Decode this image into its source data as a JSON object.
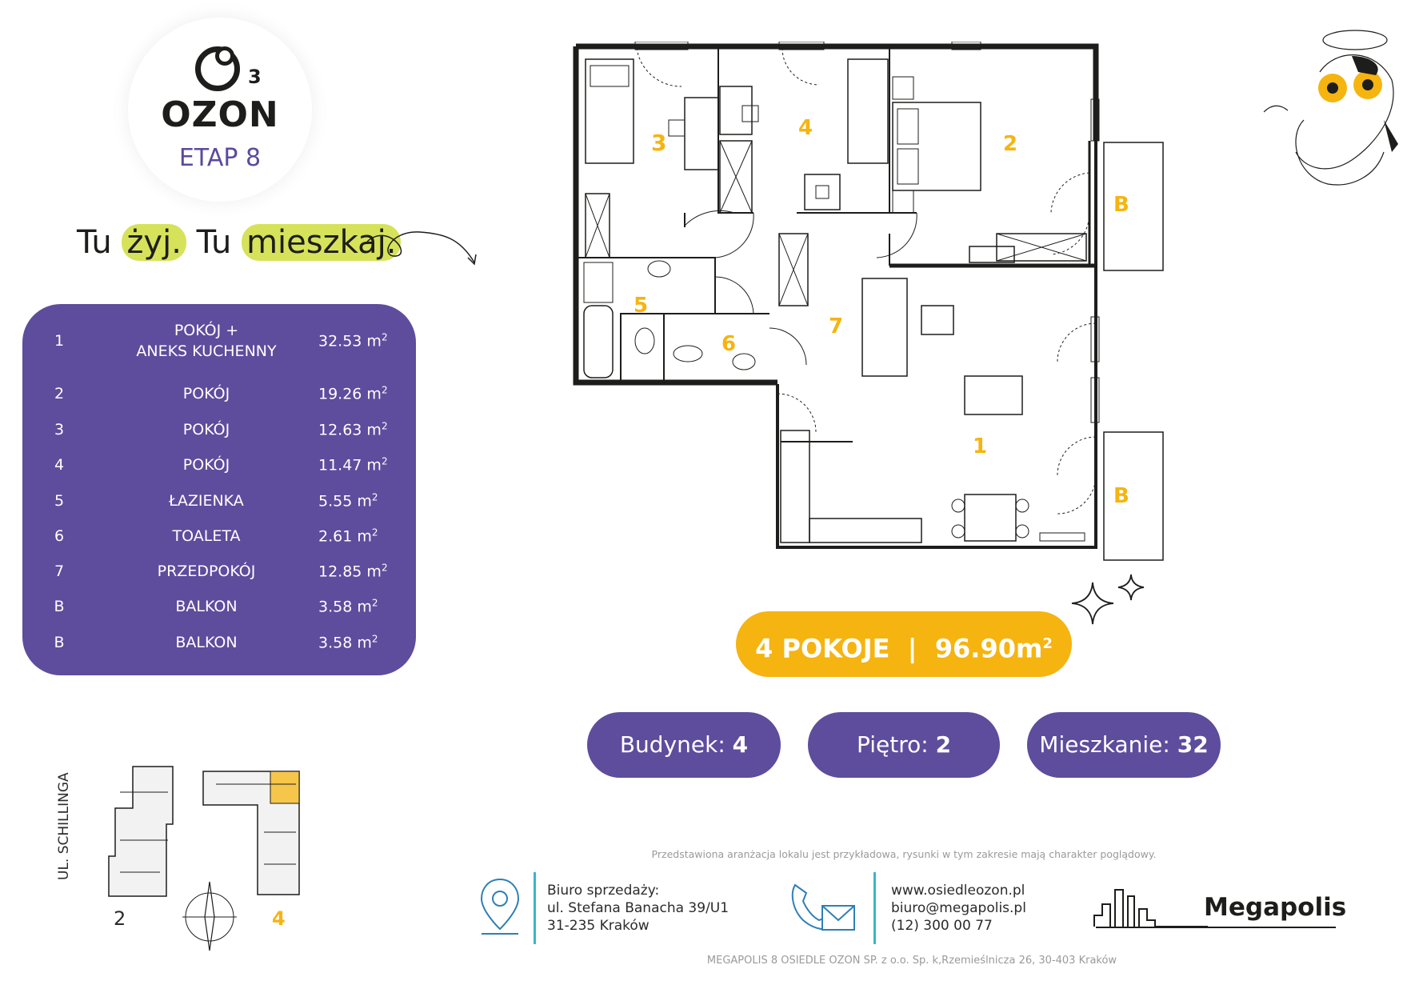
{
  "brand": {
    "logo_sub": "3",
    "logo_word": "OZON",
    "etap": "ETAP 8",
    "slogan": {
      "part1": "Tu ",
      "hl1": "żyj.",
      "part2": " Tu ",
      "hl2": "mieszkaj."
    }
  },
  "rooms": [
    {
      "num": "1",
      "name": "POKÓJ +\nANEKS KUCHENNY",
      "area": "32.53 m"
    },
    {
      "num": "2",
      "name": "POKÓJ",
      "area": "19.26 m"
    },
    {
      "num": "3",
      "name": "POKÓJ",
      "area": "12.63 m"
    },
    {
      "num": "4",
      "name": "POKÓJ",
      "area": "11.47 m"
    },
    {
      "num": "5",
      "name": "ŁAZIENKA",
      "area": "5.55 m"
    },
    {
      "num": "6",
      "name": "TOALETA",
      "area": "2.61 m"
    },
    {
      "num": "7",
      "name": "PRZEDPOKÓJ",
      "area": "12.85 m"
    },
    {
      "num": "B",
      "name": "BALKON",
      "area": "3.58 m"
    },
    {
      "num": "B",
      "name": "BALKON",
      "area": "3.58 m"
    }
  ],
  "unit_sup": "2",
  "summary": {
    "rooms": "4 POKOJE",
    "divider": "|",
    "area": "96.90",
    "unit": "m"
  },
  "info": {
    "building_label": "Budynek:",
    "building_value": "4",
    "floor_label": "Piętro:",
    "floor_value": "2",
    "flat_label": "Mieszkanie:",
    "flat_value": "32"
  },
  "plan_labels": {
    "r1": "1",
    "r2": "2",
    "r3": "3",
    "r4": "4",
    "r5": "5",
    "r6": "6",
    "r7": "7",
    "b1": "B",
    "b2": "B"
  },
  "site": {
    "street": "UL. SCHILLINGA",
    "bld2": "2",
    "bld4": "4"
  },
  "disclaimer": "Przedstawiona aranżacja lokalu jest przykładowa, rysunki w tym zakresie mają charakter poglądowy.",
  "office": {
    "line1": "Biuro sprzedaży:",
    "line2": "ul. Stefana Banacha 39/U1",
    "line3": "31-235 Kraków"
  },
  "contact": {
    "web": "www.osiedleozon.pl",
    "email": "biuro@megapolis.pl",
    "phone": "(12) 300 00 77"
  },
  "developer": "Megapolis",
  "footer": "MEGAPOLIS 8 OSIEDLE OZON SP. z o.o. Sp. k,Rzemieślnicza 26, 30-403 Kraków",
  "colors": {
    "purple": "#5e4c9d",
    "yellow": "#f6b411",
    "lime": "#d6e25a",
    "teal": "#39b7c5"
  }
}
